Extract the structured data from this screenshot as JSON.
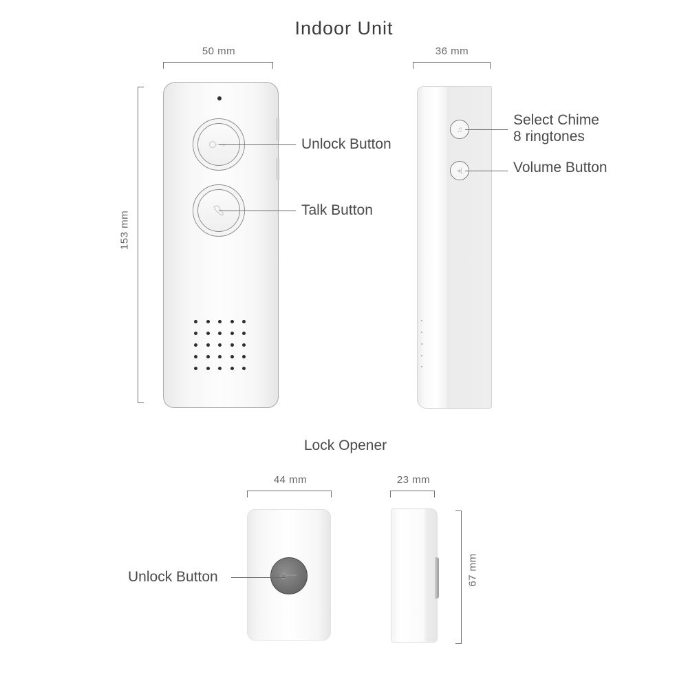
{
  "indoor_unit": {
    "title": "Indoor Unit",
    "dimensions": {
      "width": "50 mm",
      "depth": "36 mm",
      "height": "153 mm"
    },
    "front": {
      "buttons": [
        {
          "label": "Unlock Button",
          "icon": "key-icon"
        },
        {
          "label": "Talk Button",
          "icon": "phone-handset-icon"
        }
      ],
      "speaker_grid": {
        "rows": 5,
        "cols": 5
      }
    },
    "side": {
      "buttons": [
        {
          "label_line1": "Select Chime",
          "label_line2": "8 ringtones",
          "icon": "music-note-icon",
          "glyph": "♫"
        },
        {
          "label_line1": "Volume Button",
          "icon": "volume-icon",
          "glyph": "◂|"
        }
      ]
    }
  },
  "lock_opener": {
    "title": "Lock Opener",
    "dimensions": {
      "width": "44 mm",
      "depth": "23 mm",
      "height": "67 mm"
    },
    "front": {
      "buttons": [
        {
          "label": "Unlock Button",
          "icon": "key-icon"
        }
      ]
    }
  },
  "colors": {
    "text": "#4a4a4a",
    "dimension_line": "#6f6f6f",
    "device_body": "#f7f7f7",
    "lock_button": "#6f6f6f",
    "speaker_dots": "#2e2e2e"
  }
}
